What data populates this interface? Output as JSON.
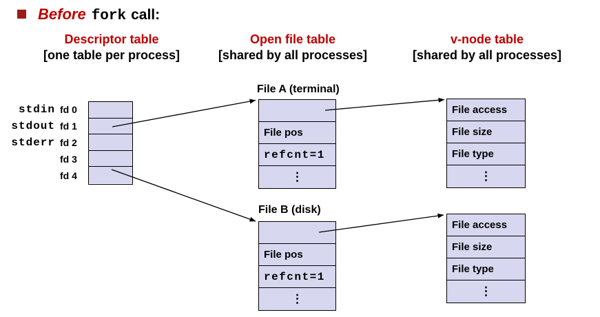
{
  "title": {
    "bullet_char": "■",
    "before": "Before",
    "keyword": "fork",
    "suffix": "call:"
  },
  "columns": [
    {
      "header": "Descriptor table",
      "subheader": "[one table per process]"
    },
    {
      "header": "Open file table",
      "subheader": "[shared by all processes]"
    },
    {
      "header": "v-node table",
      "subheader": "[shared by all processes]"
    }
  ],
  "descriptor_table": {
    "streams": [
      "stdin",
      "stdout",
      "stderr"
    ],
    "fds": [
      "fd 0",
      "fd 1",
      "fd 2",
      "fd 3",
      "fd 4"
    ]
  },
  "open_file_tables": [
    {
      "title": "File A (terminal)",
      "rows": [
        "",
        "File pos",
        "refcnt=1",
        "⋮"
      ]
    },
    {
      "title": "File B (disk)",
      "rows": [
        "",
        "File pos",
        "refcnt=1",
        "⋮"
      ]
    }
  ],
  "vnode_tables": [
    {
      "rows": [
        "File access",
        "File size",
        "File type",
        "⋮"
      ]
    },
    {
      "rows": [
        "File access",
        "File size",
        "File type",
        "⋮"
      ]
    }
  ],
  "colors": {
    "accent_red": "#c00000",
    "bullet_red": "#9e1b1b",
    "cell_fill": "#d7d7f0",
    "line_black": "#000000"
  }
}
